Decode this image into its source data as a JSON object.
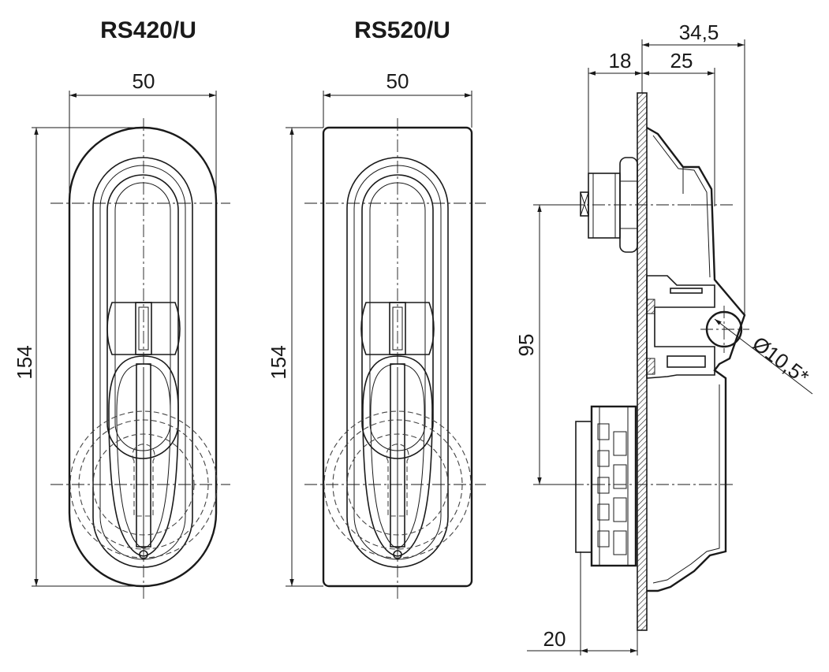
{
  "titles": {
    "left": "RS420/U",
    "middle": "RS520/U"
  },
  "dimensions": {
    "left_width": "50",
    "left_height": "154",
    "middle_width": "50",
    "middle_height": "154",
    "side_total_depth": "34,5",
    "side_front_depth": "25",
    "side_rear_depth": "18",
    "side_hole_spacing": "95",
    "side_hole_diameter": "Ø10,5*",
    "side_base_offset": "20"
  }
}
